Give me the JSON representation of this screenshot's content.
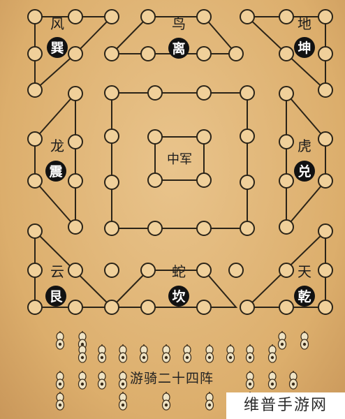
{
  "groups": [
    {
      "name": "风",
      "trigram": "巽"
    },
    {
      "name": "鸟",
      "trigram": "离"
    },
    {
      "name": "地",
      "trigram": "坤"
    },
    {
      "name": "龙",
      "trigram": "震"
    },
    {
      "name": "虎",
      "trigram": "兑"
    },
    {
      "name": "云",
      "trigram": "艮"
    },
    {
      "name": "蛇",
      "trigram": "坎"
    },
    {
      "name": "天",
      "trigram": "乾"
    }
  ],
  "center": {
    "label": "中军"
  },
  "caption": "游骑二十四阵",
  "watermark": "维普手游网",
  "colors": {
    "line": "#2b2418",
    "node_fill": "#f0d09a",
    "badge": "#121212"
  }
}
